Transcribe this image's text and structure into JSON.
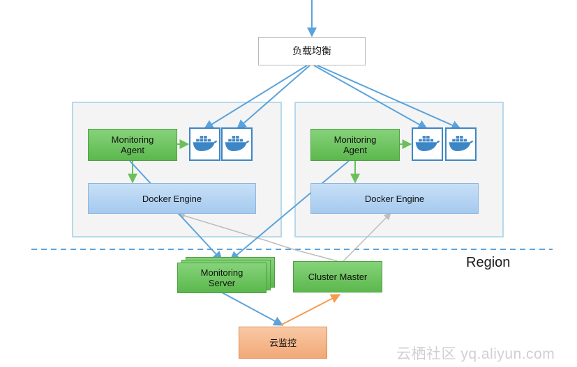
{
  "load_balancer": {
    "label": "负载均衡"
  },
  "hosts": [
    {
      "agent_label": "Monitoring\nAgent",
      "engine_label": "Docker Engine",
      "containers": 2
    },
    {
      "agent_label": "Monitoring\nAgent",
      "engine_label": "Docker Engine",
      "containers": 2
    }
  ],
  "monitoring_server": {
    "label": "Monitoring\nServer"
  },
  "cluster_master": {
    "label": "Cluster Master"
  },
  "cloud_monitor": {
    "label": "云监控"
  },
  "region": {
    "label": "Region"
  },
  "watermark": {
    "text": "云栖社区 yq.aliyun.com"
  },
  "colors": {
    "arrow_blue": "#5ba3dc",
    "arrow_green": "#6cc05c",
    "arrow_gray": "#bdbdbd",
    "arrow_orange": "#f39c4e",
    "dashed_line": "#5ba3dc",
    "docker_blue": "#3d86c6"
  },
  "icons": {
    "container": "docker-whale-icon"
  }
}
